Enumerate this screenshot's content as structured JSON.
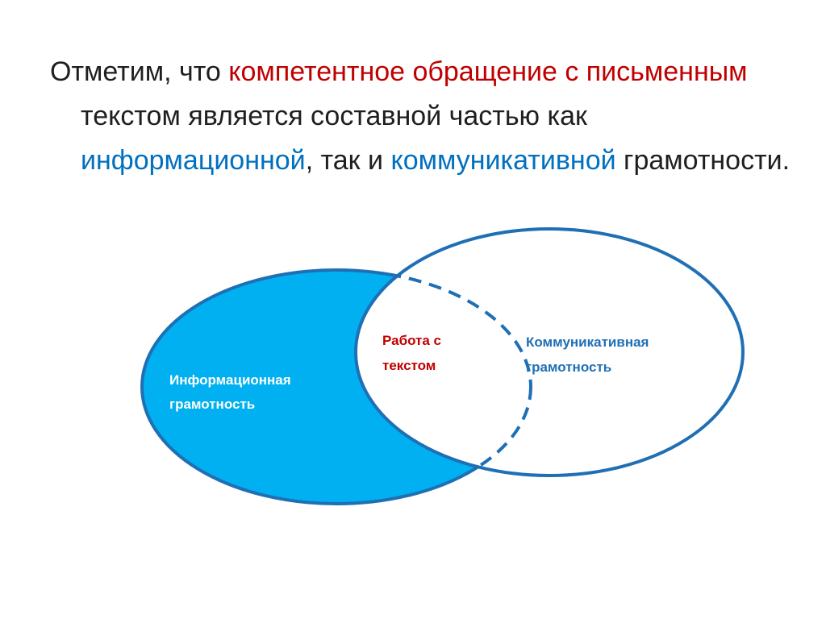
{
  "paragraph": {
    "part1": "Отметим, что ",
    "part2": "компетентное обращение с письменным",
    "part3": " текстом является составной частью как ",
    "part4": "информационной",
    "part5": ", так и ",
    "part6": "коммуникативной",
    "part7": " грамотности."
  },
  "diagram": {
    "left_label": [
      "Информационная",
      "грамотность"
    ],
    "center_label": [
      "Работа с",
      "текстом"
    ],
    "right_label": [
      "Коммуникативная",
      "грамотность"
    ]
  },
  "colors": {
    "text": "#1f1f1f",
    "accent_red": "#c00000",
    "accent_blue": "#0070c0",
    "fill_blue": "#00b0f0",
    "outline_blue": "#1f6fb5"
  }
}
